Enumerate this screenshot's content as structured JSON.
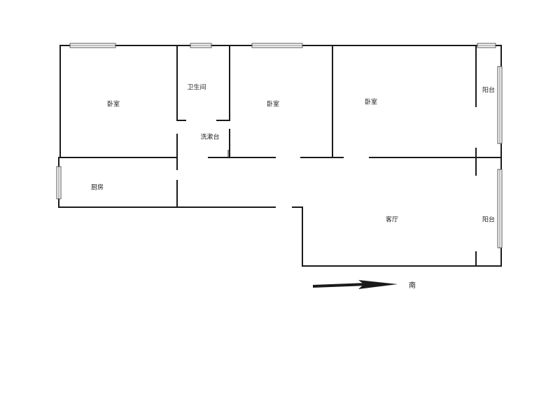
{
  "rooms": {
    "bedroom_1": "卧室",
    "bathroom": "卫生间",
    "bedroom_2": "卧室",
    "bedroom_3": "卧室",
    "balcony_1": "阳台",
    "washbasin": "洗漱台",
    "kitchen": "厨房",
    "living_room": "客厅",
    "balcony_2": "阳台"
  },
  "compass": {
    "direction": "南"
  }
}
